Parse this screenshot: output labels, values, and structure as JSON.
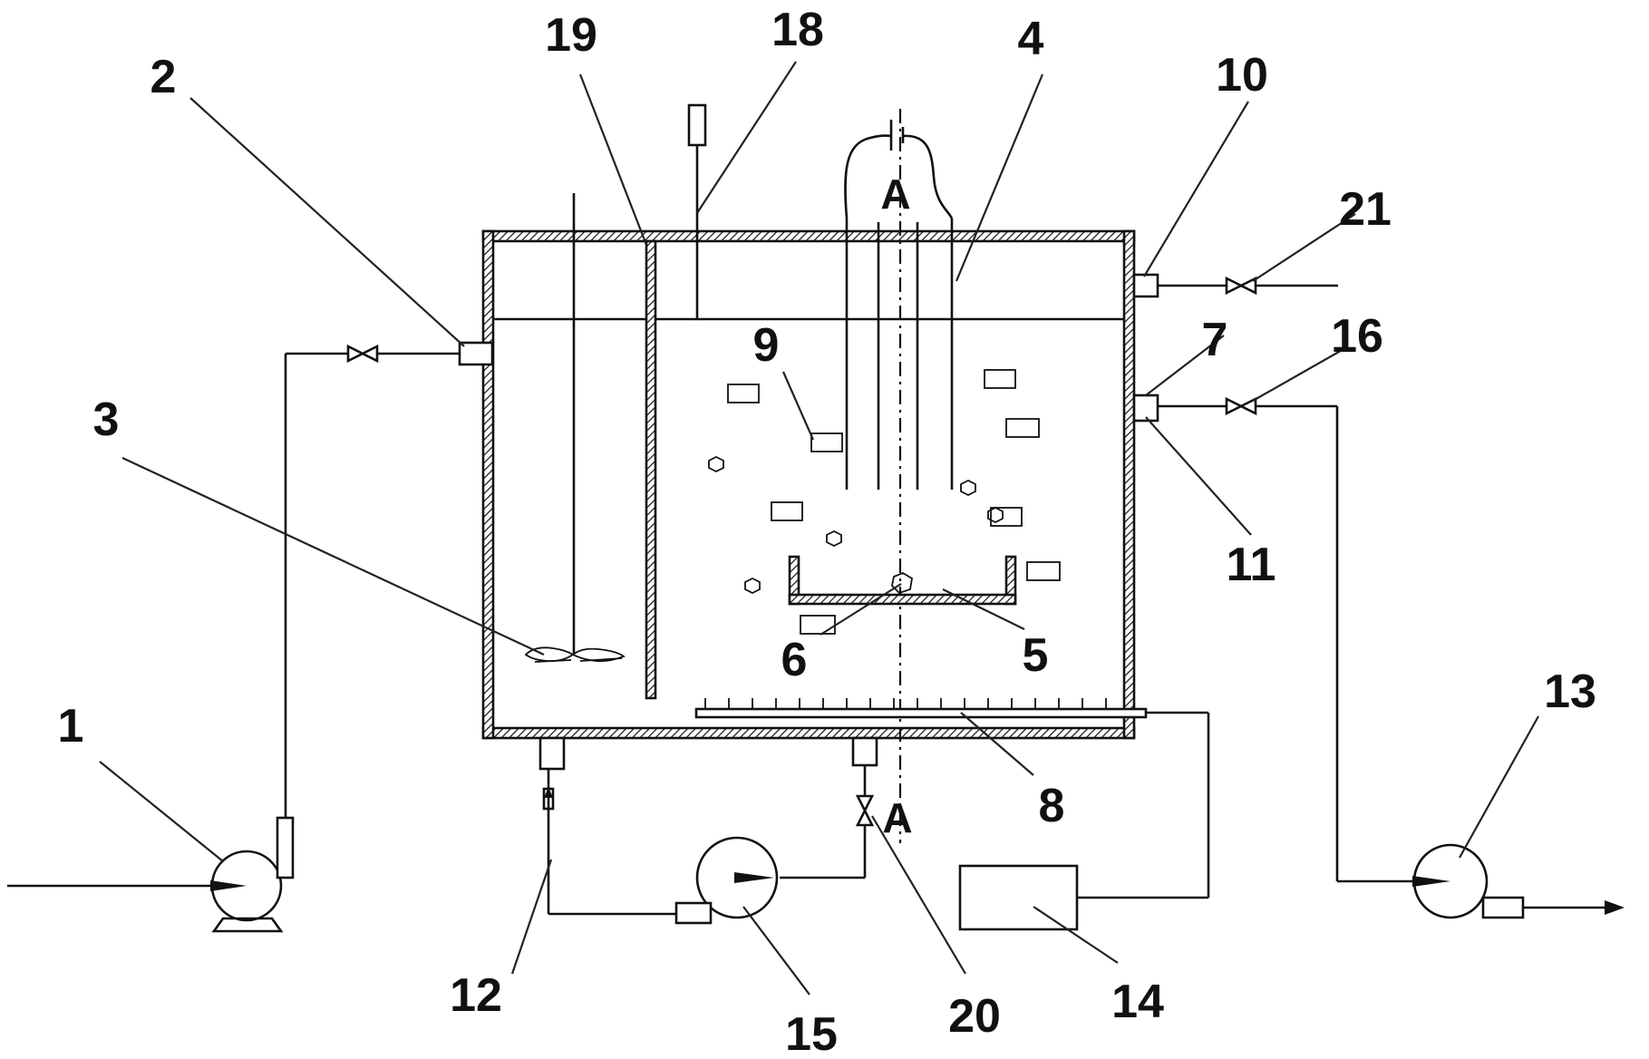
{
  "labels": {
    "l1": "1",
    "l2": "2",
    "l3": "3",
    "l4": "4",
    "l5": "5",
    "l6": "6",
    "l7": "7",
    "l8": "8",
    "l9": "9",
    "l10": "10",
    "l11": "11",
    "l12": "12",
    "l13": "13",
    "l14": "14",
    "l15": "15",
    "l16": "16",
    "l18": "18",
    "l19": "19",
    "l20": "20",
    "l21": "21"
  },
  "section_marks": {
    "top": "A",
    "bottom": "A"
  }
}
